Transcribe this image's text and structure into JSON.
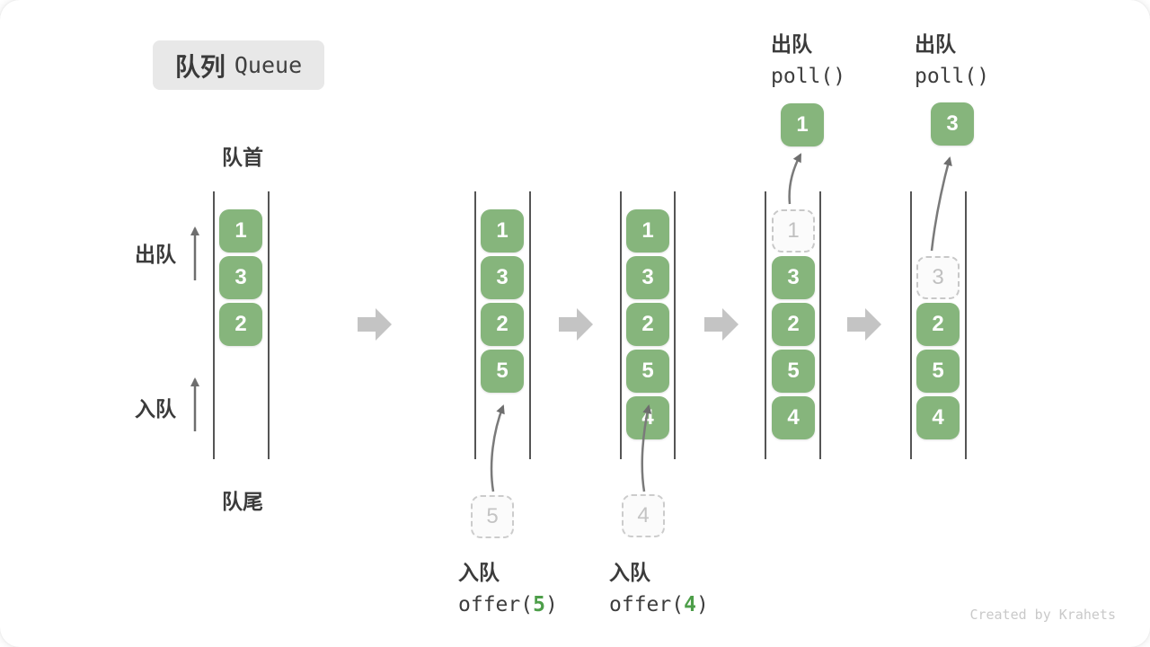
{
  "title": {
    "zh": "队列",
    "en": "Queue"
  },
  "labels": {
    "front": "队首",
    "rear": "队尾",
    "dequeue": "出队",
    "enqueue": "入队"
  },
  "top_operations": [
    {
      "label": "出队",
      "code": "poll()",
      "popped_value": "1"
    },
    {
      "label": "出队",
      "code": "poll()",
      "popped_value": "3"
    }
  ],
  "bottom_operations": [
    {
      "label": "入队",
      "code_prefix": "offer(",
      "code_arg": "5",
      "code_suffix": ")",
      "staged_value": "5"
    },
    {
      "label": "入队",
      "code_prefix": "offer(",
      "code_arg": "4",
      "code_suffix": ")",
      "staged_value": "4"
    }
  ],
  "queues": [
    {
      "cells": [
        {
          "v": "1",
          "t": "filled"
        },
        {
          "v": "3",
          "t": "filled"
        },
        {
          "v": "2",
          "t": "filled"
        }
      ]
    },
    {
      "cells": [
        {
          "v": "1",
          "t": "filled"
        },
        {
          "v": "3",
          "t": "filled"
        },
        {
          "v": "2",
          "t": "filled"
        },
        {
          "v": "5",
          "t": "filled"
        }
      ]
    },
    {
      "cells": [
        {
          "v": "1",
          "t": "filled"
        },
        {
          "v": "3",
          "t": "filled"
        },
        {
          "v": "2",
          "t": "filled"
        },
        {
          "v": "5",
          "t": "filled"
        },
        {
          "v": "4",
          "t": "filled"
        }
      ]
    },
    {
      "cells": [
        {
          "v": "1",
          "t": "dashed"
        },
        {
          "v": "3",
          "t": "filled"
        },
        {
          "v": "2",
          "t": "filled"
        },
        {
          "v": "5",
          "t": "filled"
        },
        {
          "v": "4",
          "t": "filled"
        }
      ]
    },
    {
      "cells": [
        {
          "v": "3",
          "t": "dashed"
        },
        {
          "v": "2",
          "t": "filled"
        },
        {
          "v": "5",
          "t": "filled"
        },
        {
          "v": "4",
          "t": "filled"
        }
      ]
    }
  ],
  "watermark": "Created by Krahets",
  "colors": {
    "cell_green": "#86b57c",
    "code_arg_green": "#4d9e49",
    "flow_arrow_gray": "#c4c4c4",
    "line_gray": "#555555",
    "title_bg": "#e8e8e8"
  }
}
